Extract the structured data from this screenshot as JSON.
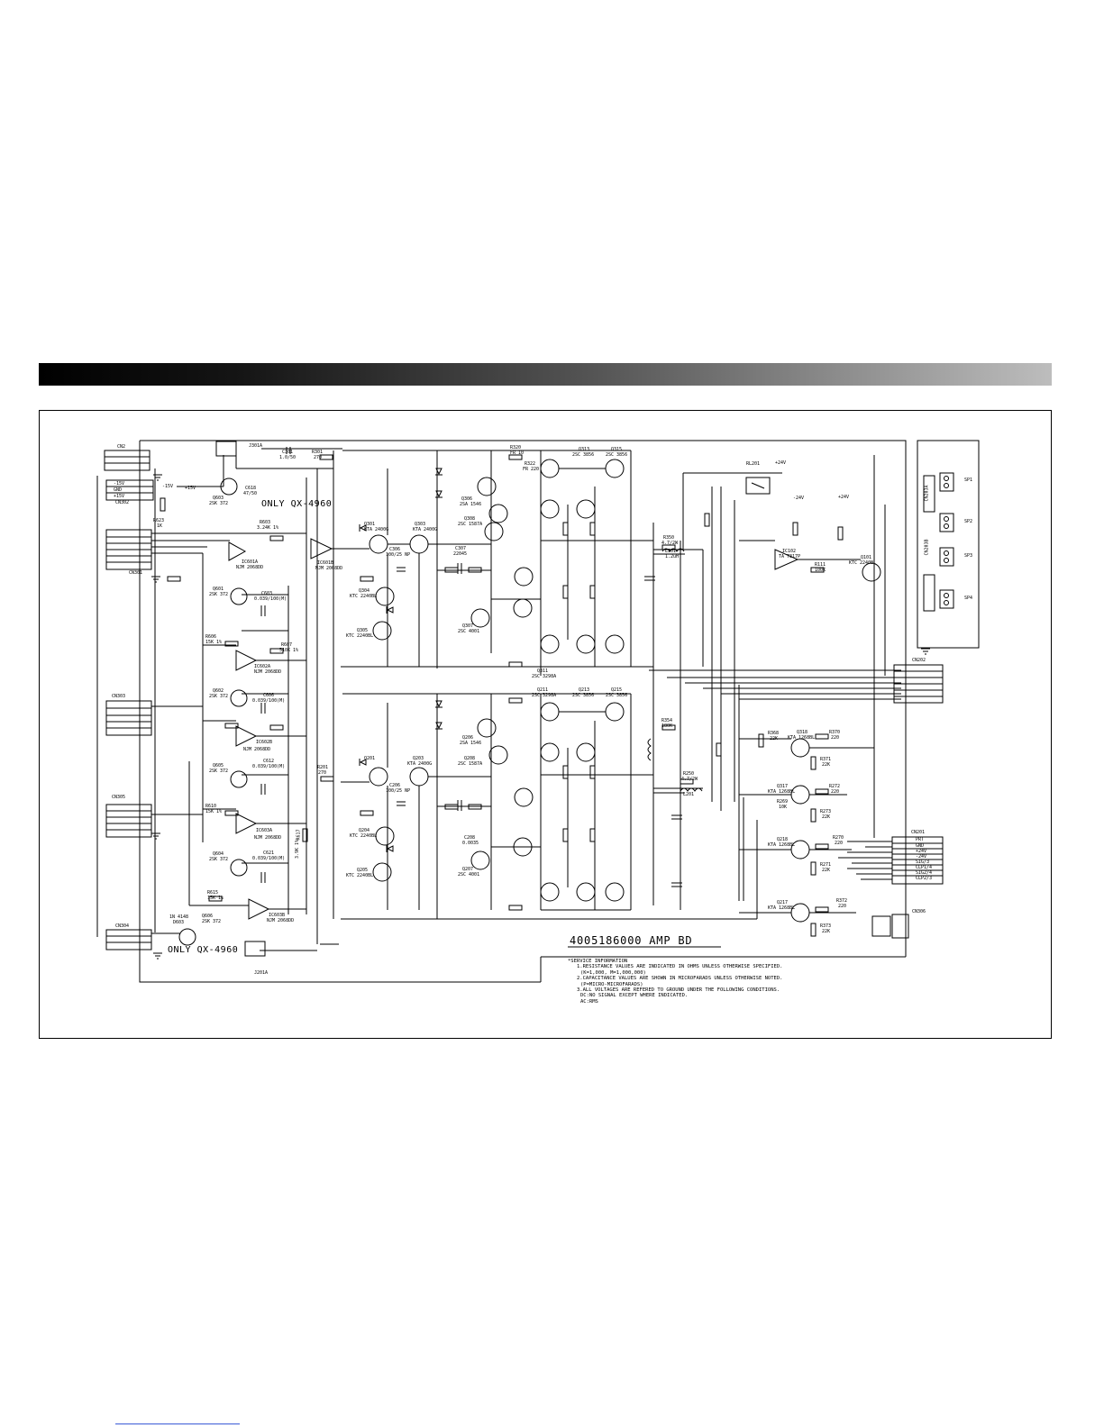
{
  "board": {
    "title": "4005186000 AMP BD",
    "model_note_1": "ONLY QX-4960",
    "model_note_2": "ONLY QX-4960"
  },
  "service_info": {
    "heading": "*SERVICE INFORMATION",
    "line1": "1.RESISTANCE VALUES ARE INDICATED IN OHMS UNLESS OTHERWISE SPECIFIED.",
    "line2": "(K=1,000, M=1,000,000)",
    "line3": "2.CAPACITANCE VALUES ARE SHOWN IN MICROFARADS UNLESS OTHERWISE NOTED.",
    "line4": "(P=MICRO-MICROFARADS)",
    "line5": "3.ALL VOLTAGES ARE REFERED TO GROUND UNDER THE FOLLOWING CONDITIONS.",
    "line6": "DC:NO SIGNAL EXCEPT WHERE INDICATED.",
    "line7": "AC:RMS"
  },
  "connectors": {
    "cn2": "CN2",
    "cn302": "CN302",
    "cn301": "CN301",
    "cn303": "CN303",
    "cn304": "CN304",
    "cn305": "CN305",
    "cn202": "CN202",
    "cn201": "CN201",
    "cn306": "CN306",
    "cn203a": "CN203A",
    "cn203b": "CN203B",
    "j301a": "J301A",
    "j201a": "J201A",
    "cn201_pins": [
      "PRT",
      "GND",
      "+24V",
      "-24V",
      "SIG/3",
      "CLP1/4",
      "SIG2/4",
      "CLP2/3"
    ],
    "cn302_pins": [
      "-15V",
      "GND",
      "+15V"
    ]
  },
  "speakers": [
    "SP1",
    "SP2",
    "SP3",
    "SP4"
  ],
  "supply": {
    "plus24": "+24V",
    "minus24": "-24V",
    "plus15": "+15V",
    "minus15": "-15V",
    "relay": "RL201"
  },
  "ic_labels": {
    "ic601b": "IC601B",
    "ic601b_part": "NJM 2068DD",
    "ic601a": "IC601A",
    "ic601a_part": "NJM 2068DD",
    "ic602a": "IC602A",
    "ic602a_part": "NJM 2068DD",
    "ic602b": "IC602B",
    "ic602b_part": "NJM 2068DD",
    "ic603a": "IC603A",
    "ic603a_part": "NJM 2068DD",
    "ic603b": "IC603B",
    "ic603b_part": "NJM 2068DD",
    "ic102": "IC102",
    "ic102_part": "TA 7317P"
  },
  "upper_channel": {
    "q301": "Q301",
    "q301_part": "KTA 2400G",
    "q303": "Q303",
    "q303_part": "KTA 2400G",
    "q306": "Q306",
    "q306_part": "2SA 1546",
    "q308": "Q308",
    "q308_part": "2SC 1587A",
    "q304": "Q304",
    "q304_part": "KTC 2240BL",
    "q305": "Q305",
    "q305_part": "KTC 2240BL",
    "q307": "Q307",
    "q307_part": "2SC 4001",
    "q311": "Q311",
    "q311_part": "2SC 3298A",
    "q313": "Q313",
    "q313_part": "2SC 3856",
    "q315": "Q315",
    "q315_part": "2SC 3856",
    "r320": "R320",
    "r320_val": "FR 10",
    "r322": "R322",
    "r322_val": "FR 220",
    "r301": "R301",
    "r301_val": "270",
    "c301": "C301",
    "c301_val": "1.0/50",
    "c307": "C307",
    "c307_val": "22045",
    "r350": "R350",
    "r350_val": "4.7/2W",
    "l301": "L301",
    "l301_val": "1.2uH",
    "c306": "C306",
    "c306_val": "100/25 NP",
    "r603": "R603",
    "r603_val": "3.24K 1%"
  },
  "lower_channel": {
    "q201": "Q201",
    "q203": "Q203",
    "q203_part": "KTA 2400G",
    "q206": "Q206",
    "q206_part": "2SA 1546",
    "q208": "Q208",
    "q208_part": "2SC 1587A",
    "q204": "Q204",
    "q204_part": "KTC 2240BL",
    "q205": "Q205",
    "q205_part": "KTC 2240BL",
    "q207": "Q207",
    "q207_part": "2SC 4001",
    "q211": "Q211",
    "q211_part": "2SC 3298A",
    "q213": "Q213",
    "q213_part": "2SC 3856",
    "q215": "Q215",
    "q215_part": "2SC 3856",
    "r201": "R201",
    "r201_val": "270",
    "r354": "R354",
    "r354_val": "180K",
    "r250": "R250",
    "r250_val": "4.7/2W",
    "l201": "L201",
    "c208": "C208",
    "c208_val": "0.0035",
    "c206": "C206",
    "c206_val": "100/25 NP"
  },
  "protect_section": {
    "q101": "Q101",
    "q101_part": "KTC 2240BL",
    "q318": "Q318",
    "q318_part": "KTA 1268BL",
    "q317": "Q317",
    "q317_part": "KTA 1268BL",
    "q218": "Q218",
    "q218_part": "KTA 1268BL",
    "q217": "Q217",
    "q217_part": "KTA 1268BL",
    "r370": "R370",
    "r370_val": "220",
    "r371": "R371",
    "r371_val": "22K",
    "r272": "R272",
    "r272_val": "220",
    "r273": "R273",
    "r273_val": "22K",
    "r270": "R270",
    "r270_val": "220",
    "r271": "R271",
    "r271_val": "22K",
    "r372": "R372",
    "r372_val": "220",
    "r373": "R373",
    "r373_val": "22K",
    "r368": "R368",
    "r368_val": "22K",
    "r269": "R269",
    "r269_val": "10K",
    "r111": "R111",
    "r111_val": "100K"
  },
  "input_section": {
    "q603": "Q603",
    "q603_part": "2SK 372",
    "q601": "Q601",
    "q601_part": "2SK 372",
    "q602": "Q602",
    "q602_part": "2SK 372",
    "q604": "Q604",
    "q604_part": "2SK 372",
    "q605": "Q605",
    "q605_part": "2SK 372",
    "q606": "Q606",
    "q606_part": "2SK 372",
    "r623": "R623",
    "r623_val": "1K",
    "c618": "C618",
    "c618_val": "47/50",
    "c612": "C612",
    "c612_val": "0.039/100(M)",
    "c603": "C603",
    "c603_val": "0.039/100(M)",
    "c621": "C621",
    "c621_val": "0.039/100(M)",
    "c606": "C606",
    "c606_val": "0.039/100(M)",
    "r606": "R606",
    "r606_val": "15K 1%",
    "r607": "R607",
    "r607_val": "510K 1%",
    "r610": "R610",
    "r610_val": "15K 1%",
    "r615": "R615",
    "r615_val": "15K 1%",
    "r617": "R617",
    "r617_val": "3.9K 1%",
    "d603": "D603",
    "d603_part": "1N 4148"
  }
}
